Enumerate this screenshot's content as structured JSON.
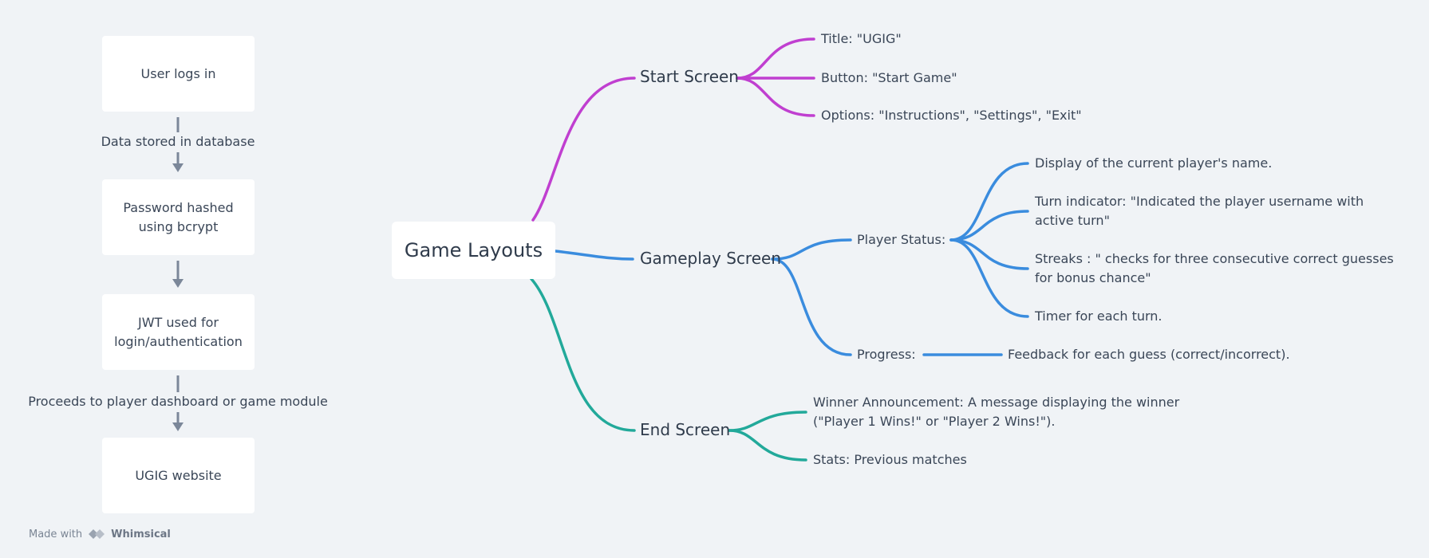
{
  "flow": {
    "steps": [
      "User logs in",
      "Password hashed using bcrypt",
      "JWT used for login/authentication",
      "UGIG website"
    ],
    "labels": [
      "Data stored in database",
      "Proceeds to player dashboard or game module"
    ]
  },
  "mindmap": {
    "root": "Game Layouts",
    "start_screen": {
      "label": "Start Screen",
      "items": [
        "Title: \"UGIG\"",
        "Button: \"Start Game\"",
        "Options: \"Instructions\", \"Settings\", \"Exit\""
      ]
    },
    "gameplay_screen": {
      "label": "Gameplay Screen",
      "player_status": {
        "label": "Player Status:",
        "items": [
          "Display of the current player's name.",
          "Turn indicator: \"Indicated the player username with active turn\"",
          "Streaks : \" checks for three consecutive correct guesses for bonus chance\"",
          "Timer for each turn."
        ]
      },
      "progress": {
        "label": "Progress:",
        "items": [
          "Feedback for each guess (correct/incorrect)."
        ]
      }
    },
    "end_screen": {
      "label": "End Screen",
      "items": [
        "Winner Announcement: A message displaying the winner (\"Player 1 Wins!\" or \"Player 2 Wins!\").",
        "Stats: Previous matches"
      ]
    }
  },
  "colors": {
    "start": "#c03fd0",
    "gameplay": "#3a8cde",
    "end": "#22a99a",
    "connector": "#7b8799"
  },
  "footer": {
    "made_with": "Made with",
    "brand": "Whimsical"
  }
}
